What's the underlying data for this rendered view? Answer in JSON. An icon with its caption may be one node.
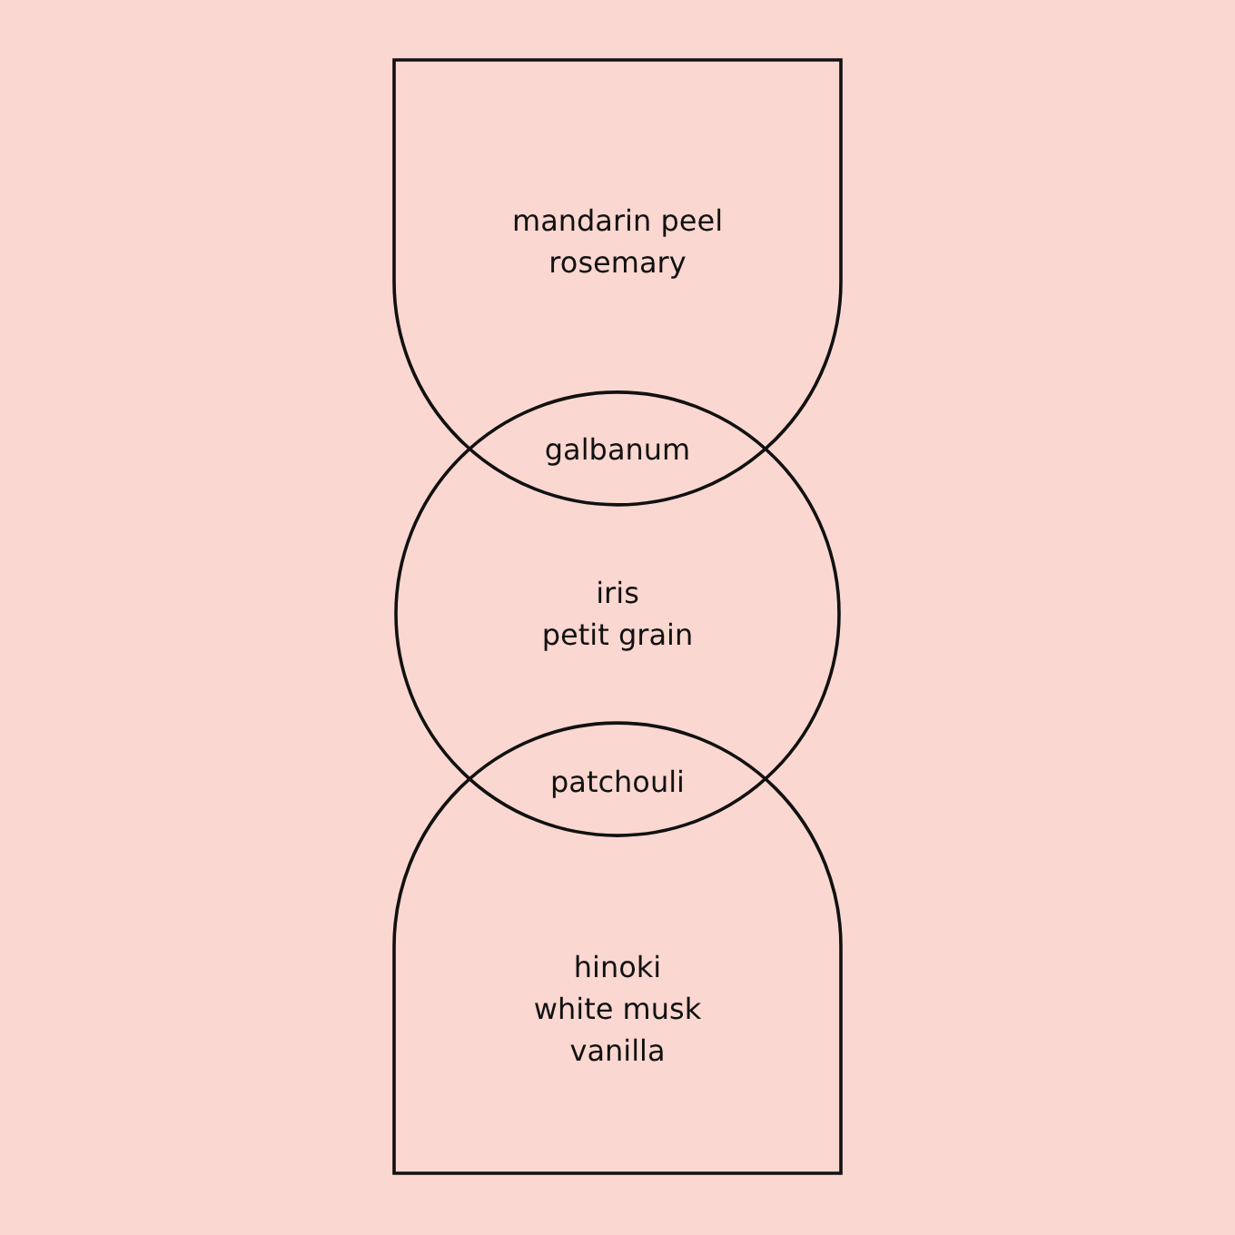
{
  "diagram": {
    "nodes": [
      {
        "text": [
          "mandarin peel",
          "rosemary"
        ]
      },
      {
        "text": [
          "iris",
          "petit grain"
        ]
      },
      {
        "text": [
          "hinoki",
          "white musk",
          "vanilla"
        ]
      }
    ],
    "labels": [
      "galbanum",
      "patchouli"
    ]
  }
}
